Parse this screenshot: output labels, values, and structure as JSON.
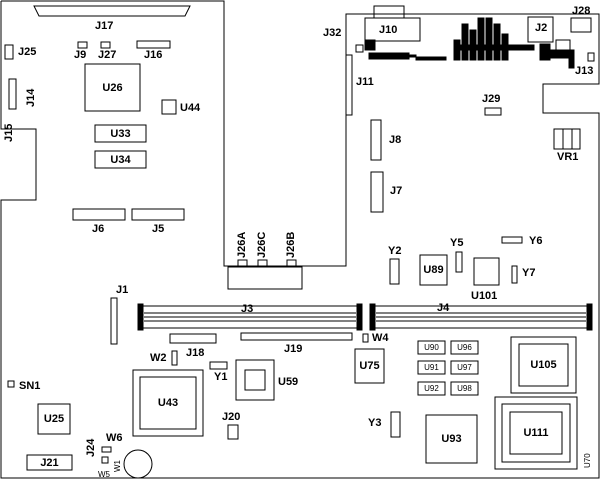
{
  "labels": {
    "J17": "J17",
    "J25": "J25",
    "J9": "J9",
    "J27": "J27",
    "J16": "J16",
    "U26": "U26",
    "J14": "J14",
    "J15": "J15",
    "U44": "U44",
    "U33": "U33",
    "U34": "U34",
    "J6": "J6",
    "J5": "J5",
    "J26A": "J26A",
    "J26C": "J26C",
    "J26B": "J26B",
    "J32": "J32",
    "J10": "J10",
    "J2": "J2",
    "J28": "J28",
    "J13": "J13",
    "J11": "J11",
    "J29": "J29",
    "J8": "J8",
    "VR1": "VR1",
    "J7": "J7",
    "Y6": "Y6",
    "Y5": "Y5",
    "Y2": "Y2",
    "U89": "U89",
    "U101": "U101",
    "Y7": "Y7",
    "J1": "J1",
    "J3": "J3",
    "J4": "J4",
    "W4": "W4",
    "J18": "J18",
    "J19": "J19",
    "W2": "W2",
    "U75": "U75",
    "Y1": "Y1",
    "U59": "U59",
    "U43": "U43",
    "SN1": "SN1",
    "U90": "U90",
    "U96": "U96",
    "U91": "U91",
    "U97": "U97",
    "U92": "U92",
    "U98": "U98",
    "U105": "U105",
    "U25": "U25",
    "J20": "J20",
    "Y3": "Y3",
    "U93": "U93",
    "U111": "U111",
    "J24": "J24",
    "W6": "W6",
    "J21": "J21",
    "W5": "W5",
    "W1": "W1",
    "U70": "U70"
  }
}
